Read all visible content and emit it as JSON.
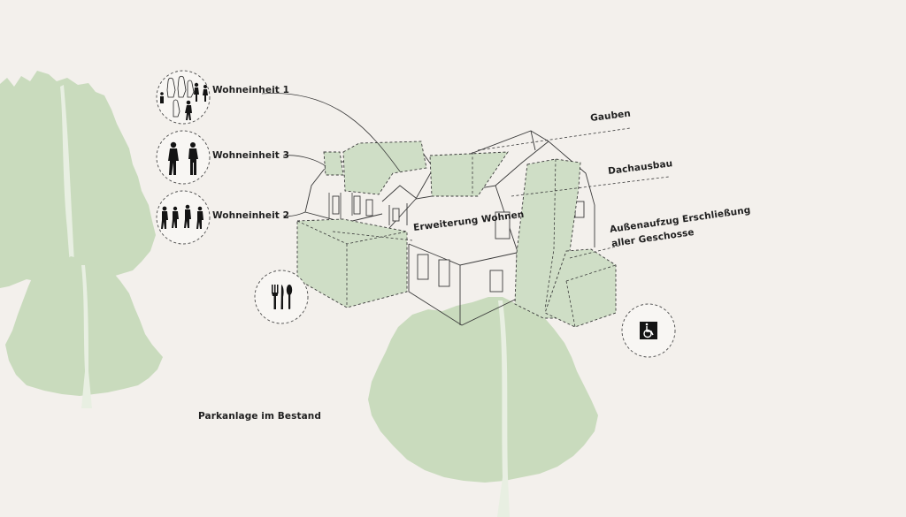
{
  "labels": {
    "unit1": "Wohneinheit 1",
    "unit3": "Wohneinheit 3",
    "unit2": "Wohneinheit 2",
    "gauben": "Gauben",
    "dachausbau": "Dachausbau",
    "erweiterung": "Erweiterung Wohnen",
    "aufzug_line1": "Außenaufzug Erschließung",
    "aufzug_line2": "aller Geschosse",
    "park": "Parkanlage im Bestand"
  },
  "icons": {
    "dining": "fork-knife-spoon-icon",
    "accessibility": "wheelchair-icon"
  },
  "colors": {
    "background": "#f3f0ec",
    "tree_green": "#c9dbbd",
    "volume_green": "#cfdec6",
    "line": "#3a3a3a"
  }
}
